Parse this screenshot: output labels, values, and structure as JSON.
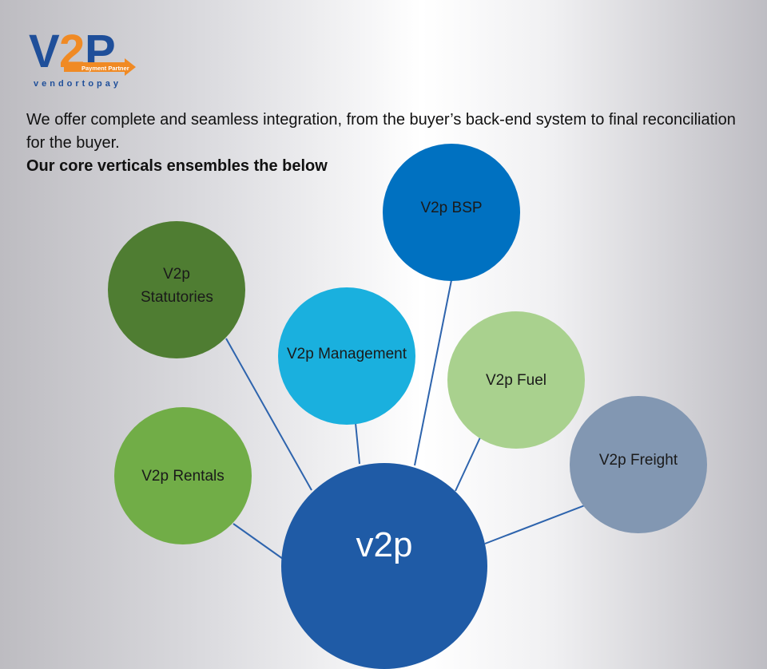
{
  "logo": {
    "mark": "V2P",
    "tagline": "Payment Partner",
    "wordmark": "vendortopay",
    "colors": {
      "blue": "#1f4f9a",
      "orange": "#f08a24"
    }
  },
  "intro": {
    "text": "We offer complete and seamless integration, from the buyer’s back-end system to final reconciliation for the buyer.",
    "heading": "Our core verticals ensembles the below"
  },
  "hub": {
    "label": "v2p",
    "color": "#1f5ba6"
  },
  "verticals": [
    {
      "label": "V2p BSP",
      "color": "#0071c1"
    },
    {
      "label": "V2p Statutories",
      "color": "#4f7d32"
    },
    {
      "label": "V2p Management",
      "color": "#1ab0de"
    },
    {
      "label": "V2p Fuel",
      "color": "#a9d18e"
    },
    {
      "label": "V2p Freight",
      "color": "#8297b2"
    },
    {
      "label": "V2p Rentals",
      "color": "#71ad47"
    }
  ],
  "connector_color": "#2e64ad"
}
